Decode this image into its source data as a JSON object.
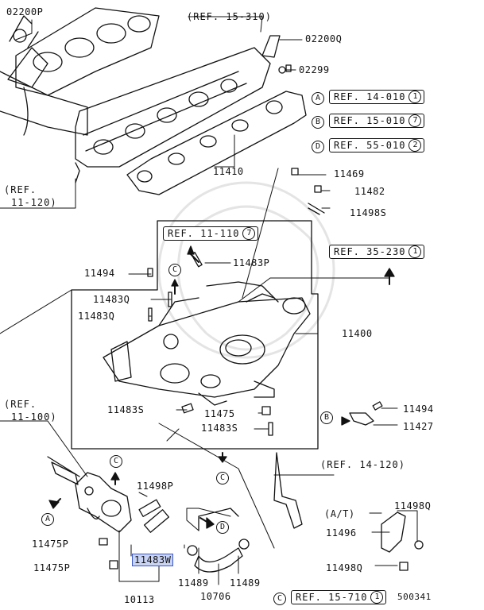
{
  "labels": {
    "p02200p": "02200P",
    "p02200q": "02200Q",
    "p02299": "02299",
    "p11410": "11410",
    "p11469": "11469",
    "p11482": "11482",
    "p11498s": "11498S",
    "p11494_top": "11494",
    "p11483p": "11483P",
    "p11483q_a": "11483Q",
    "p11483q_b": "11483Q",
    "p11400": "11400",
    "p11483s_a": "11483S",
    "p11475": "11475",
    "p11483s_b": "11483S",
    "p11494_right": "11494",
    "p11427": "11427",
    "p11498p": "11498P",
    "p11475p_a": "11475P",
    "p11475p_b": "11475P",
    "p11483w": "11483W",
    "p11489_a": "11489",
    "p11489_b": "11489",
    "p10113": "10113",
    "p10706": "10706",
    "p11498q_a": "11498Q",
    "p11496": "11496",
    "p11498q_b": "11498Q",
    "at": "(A/T)",
    "diagram_no": "500341"
  },
  "refs": {
    "ref_15_310": "(REF. 15-310)",
    "ref_11_120_line1": "(REF.",
    "ref_11_120_line2": "11-120)",
    "ref_11_100_line1": "(REF.",
    "ref_11_100_line2": "11-100)",
    "ref_14_120": "(REF. 14-120)",
    "box_a_text": "REF. 14-010",
    "box_a_num": "1",
    "box_b_text": "REF. 15-010",
    "box_b_num": "7",
    "box_d_text": "REF. 55-010",
    "box_d_num": "2",
    "box_11_110_text": "REF. 11-110",
    "box_11_110_num": "7",
    "box_35_230_text": "REF. 35-230",
    "box_35_230_num": "1",
    "box_c_text": "REF. 15-710",
    "box_c_num": "1"
  },
  "markers": {
    "a": "A",
    "b": "B",
    "c": "C",
    "d": "D"
  }
}
